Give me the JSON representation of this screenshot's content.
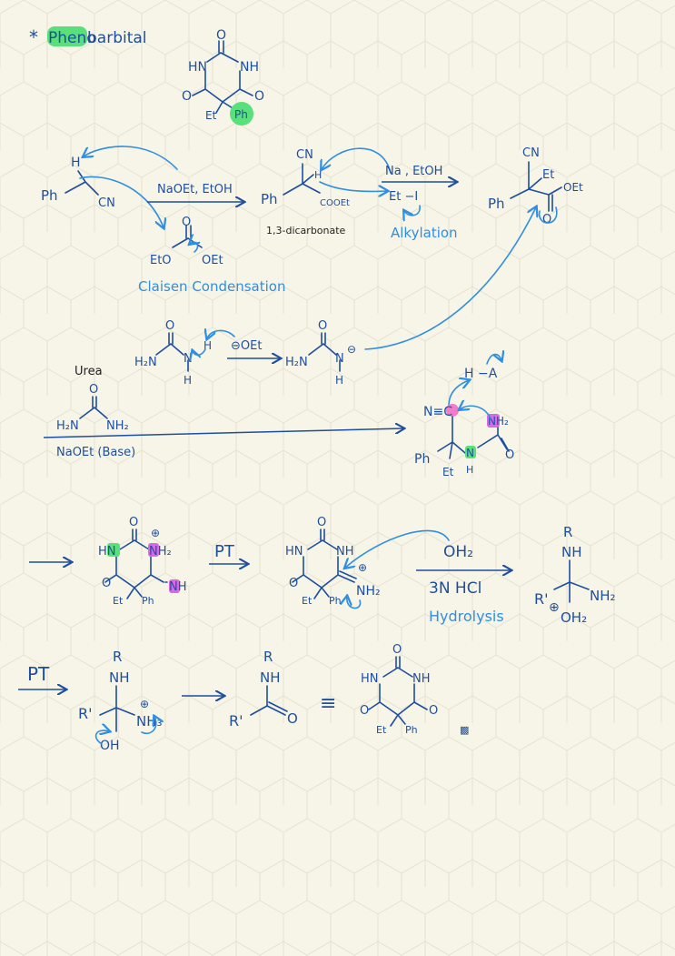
{
  "title": {
    "star": "*",
    "highlight": "Pheno",
    "rest": "barbital"
  },
  "highlight_colors": {
    "green": "#59e07a",
    "magenta": "#d967e6",
    "pink": "#f17cc8"
  },
  "ink_color": "#1d4f9e",
  "arrow_color": "#2f8fe0",
  "structure_labels": {
    "O": "O",
    "HN": "HN",
    "NH": "NH",
    "Et": "Et",
    "Ph": "Ph",
    "H": "H",
    "CN": "CN",
    "N": "N",
    "NH2": "NH₂",
    "H2N": "H₂N",
    "R": "R",
    "R1": "R'",
    "OH": "OH",
    "OH2": "OH₂",
    "NH3": "NH₃",
    "COOEt": "COOEt",
    "OEt": "OEt",
    "EtO": "EtO",
    "EtI": "Et −I",
    "A": "A",
    "HA": "H −A",
    "NC": "N≡C",
    "OEt_neg": "⊖OEt",
    "minus": "⊖",
    "plus": "⊕",
    "equiv": "≡"
  },
  "reagents": {
    "r1": "NaOEt, EtOH",
    "r2": "Na , EtOH",
    "r3": "NaOEt (Base)",
    "r4": "3N HCl",
    "pt1": "PT",
    "pt2": "PT",
    "water": "OH₂"
  },
  "notes": {
    "dicarbonate": "1,3-dicarbonate",
    "claisen": "Claisen Condensation",
    "alkylation": "Alkylation",
    "urea": "Urea",
    "hydrolysis": "Hydrolysis"
  },
  "end_mark": "▩"
}
